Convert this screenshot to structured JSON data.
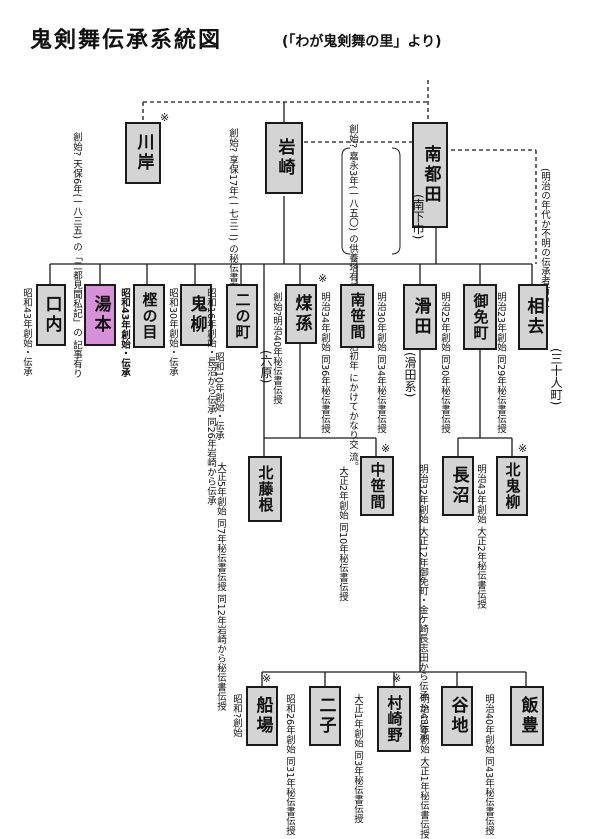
{
  "title": "鬼剣舞伝承系統図",
  "subtitle": "(「わが鬼剣舞の里」より)",
  "nodes": [
    {
      "id": "kawagishi",
      "label": "川岸",
      "mark": "※",
      "notes": [
        "創始?",
        "天保6年(一八三五)",
        "の「二都見聞私記」の",
        "記事有り"
      ]
    },
    {
      "id": "iwasaki",
      "label": "岩崎",
      "notes": [
        "創始?",
        "享保17年(一七三二)",
        "の秘伝書有り"
      ]
    },
    {
      "id": "minamitsuda",
      "label": "南都田",
      "alt": "(南下巾)",
      "notes": [
        "創始?",
        "嘉永3年(一八五〇)",
        "の供養塔有り",
        "幕末から明治初年",
        "にかけてかなり交",
        "流。"
      ]
    },
    {
      "id": "kuchiuchi",
      "label": "口内",
      "notes": [
        "昭和43年創始・伝承"
      ]
    },
    {
      "id": "yumoto",
      "label": "湯本",
      "highlight": true,
      "notes": [
        "昭和43年創始・伝承"
      ]
    },
    {
      "id": "kashinome",
      "label": "㭴の目",
      "notes": [
        "昭和30年創始・伝承"
      ]
    },
    {
      "id": "oniyanagi",
      "label": "鬼柳",
      "notes": [
        "昭和16年創始・長沼から伝承",
        "同26年岩崎から伝承"
      ]
    },
    {
      "id": "ninomachi",
      "label": "二の町",
      "alt": "(六原)",
      "notes": [
        "昭和10年創始・伝承"
      ]
    },
    {
      "id": "baison",
      "label": "煤孫",
      "mark": "※",
      "notes": [
        "創始?明治40年秘伝書伝授"
      ]
    },
    {
      "id": "minamisasama",
      "label": "南笹間",
      "notes": [
        "明治34年創始",
        "同36年秘伝書伝授"
      ]
    },
    {
      "id": "namerita",
      "label": "滑田",
      "alt": "(滑田系)",
      "notes": [
        "明治30年創始",
        "同34年秘伝書伝授"
      ]
    },
    {
      "id": "gomenmachi",
      "label": "御免町",
      "notes": [
        "明治25年創始",
        "同30年秘伝書伝授"
      ]
    },
    {
      "id": "aisari",
      "label": "相去",
      "alt": "(三十人町)",
      "notes": [
        "明治23年創始",
        "同29年秘伝書伝授"
      ]
    },
    {
      "id": "kitafujine",
      "label": "北藤根",
      "notes": [
        "大正5年創始",
        "同7年秘伝書伝授",
        "同12年岩崎から秘伝書伝授"
      ]
    },
    {
      "id": "nakasasama",
      "label": "中笹間",
      "mark": "※",
      "notes": [
        "大正2年創始",
        "同10年秘伝書伝授"
      ]
    },
    {
      "id": "naganuma",
      "label": "長沼",
      "notes": [
        "明治32年創始",
        "大正12年御免町・金ケ崎長志田から伝承",
        "から伝承"
      ]
    },
    {
      "id": "kitaoniyanagi",
      "label": "北鬼柳",
      "mark": "※",
      "notes": [
        "明治43年創始",
        "大正2年秘伝書伝授"
      ]
    },
    {
      "id": "funaba",
      "label": "船場",
      "mark": "※",
      "notes": [
        "昭和?創始"
      ]
    },
    {
      "id": "futago",
      "label": "二子",
      "notes": [
        "昭和26年創始",
        "同31年秘伝書伝授"
      ]
    },
    {
      "id": "murasakino",
      "label": "村崎野",
      "mark": "※",
      "notes": [
        "大正1年創始",
        "同3年秘伝書伝授"
      ]
    },
    {
      "id": "yachi",
      "label": "谷地",
      "notes": [
        "明治43年創始",
        "大正1年秘伝書伝授"
      ]
    },
    {
      "id": "iitoyo",
      "label": "飯豊",
      "notes": [
        "明治40年創始",
        "同43年秘伝書伝授"
      ]
    }
  ],
  "side_note": "(明治の年代か不明の伝承者有り)",
  "colors": {
    "box": "#d4d4d4",
    "highlight": "#d890d8",
    "line": "#1a1a1a"
  }
}
